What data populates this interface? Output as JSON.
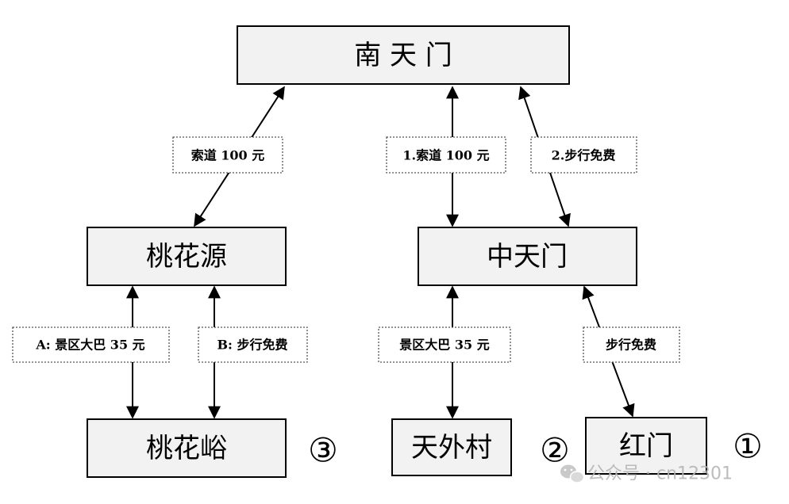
{
  "nodes": {
    "nantianmen": "南 天 门",
    "taohuayuan": "桃花源",
    "zhongtianmen": "中天门",
    "taohuayu": "桃花峪",
    "tianwaicun": "天外村",
    "hongmen": "红门"
  },
  "routes": {
    "taohuayuan_to_nantianmen": "索道 100 元",
    "zhongtianmen_to_nantianmen_cable": "1.索道 100 元",
    "zhongtianmen_to_nantianmen_walk": "2.步行免费",
    "taohuayu_to_taohuayuan_bus": "A:  景区大巴 35 元",
    "taohuayu_to_taohuayuan_walk": "B: 步行免费",
    "tianwaicun_to_zhongtianmen": "景区大巴  35 元",
    "hongmen_to_zhongtianmen": "步行免费"
  },
  "markers": {
    "route_taohuayu": "③",
    "route_tianwaicun": "②",
    "route_hongmen": "①"
  },
  "watermark": {
    "icon": "wechat-icon",
    "text": "公众号 · cn12301"
  }
}
